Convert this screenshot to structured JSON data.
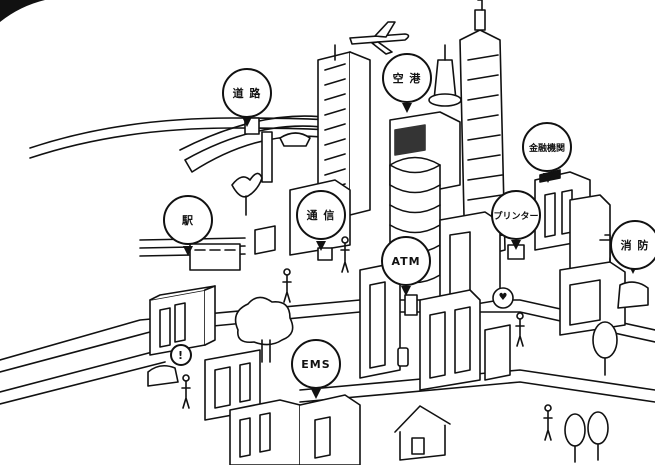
{
  "callouts": {
    "road": "道 路",
    "airport": "空 港",
    "finance": "金融機関",
    "station": "駅",
    "telecom": "通 信",
    "printer": "プリンター",
    "fire": "消 防",
    "atm": "ATM",
    "ems": "EMS",
    "info": "!"
  },
  "icons": {
    "heart": "♥"
  }
}
